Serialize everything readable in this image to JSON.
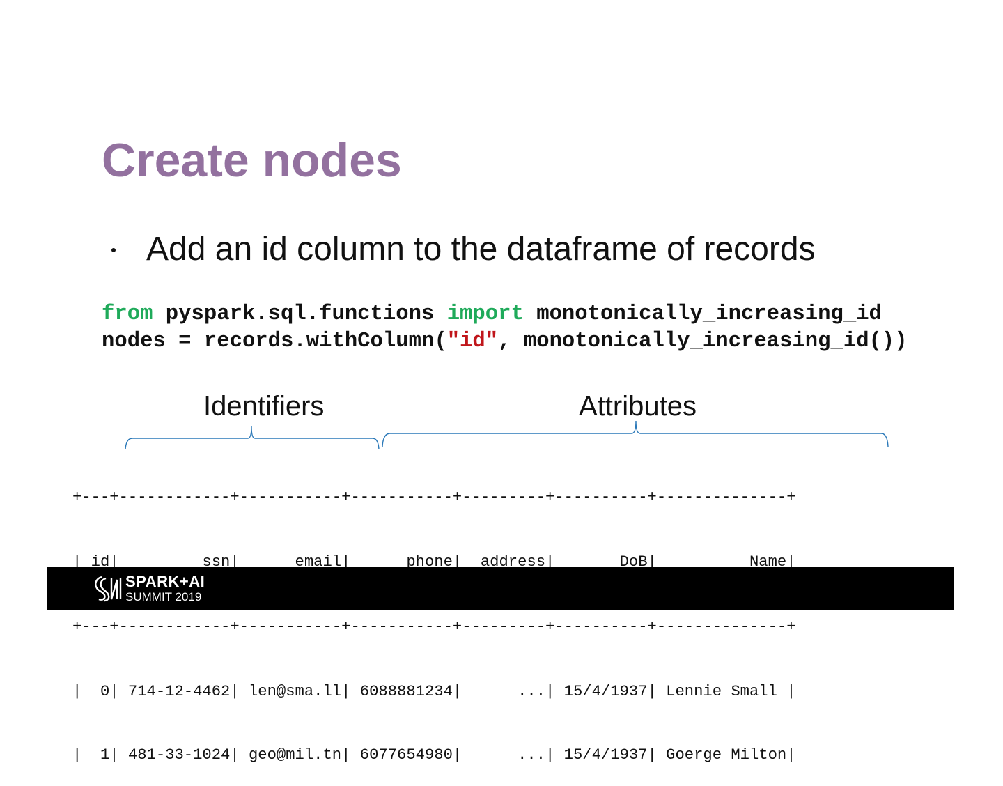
{
  "slide": {
    "title": "Create nodes",
    "bullet": "Add an id column to the dataframe of records"
  },
  "code": {
    "line1": {
      "kw_from": "from",
      "module": " pyspark.sql.functions ",
      "kw_import": "import",
      "name": " monotonically_increasing_id"
    },
    "line2": {
      "prefix": "nodes = records.withColumn(",
      "string": "\"id\"",
      "suffix": ", monotonically_increasing_id())"
    }
  },
  "annotations": {
    "identifiers": "Identifiers",
    "attributes": "Attributes"
  },
  "table": {
    "separator": "+---+------------+-----------+-----------+---------+----------+--------------+",
    "header": "| id|         ssn|      email|      phone|  address|       DoB|          Name|",
    "rows": [
      "|  0| 714-12-4462| len@sma.ll| 6088881234|      ...| 15/4/1937| Lennie Small |",
      "|  1| 481-33-1024| geo@mil.tn| 6077654980|      ...| 15/4/1937| Goerge Milton|"
    ]
  },
  "footer": {
    "logo_line1": "SPARK+AI",
    "logo_line2": "SUMMIT 2019"
  },
  "colors": {
    "title": "#93719f",
    "keyword": "#1faa5a",
    "string": "#c0161b",
    "brace": "#2a78b8",
    "footer_bg": "#000000"
  }
}
